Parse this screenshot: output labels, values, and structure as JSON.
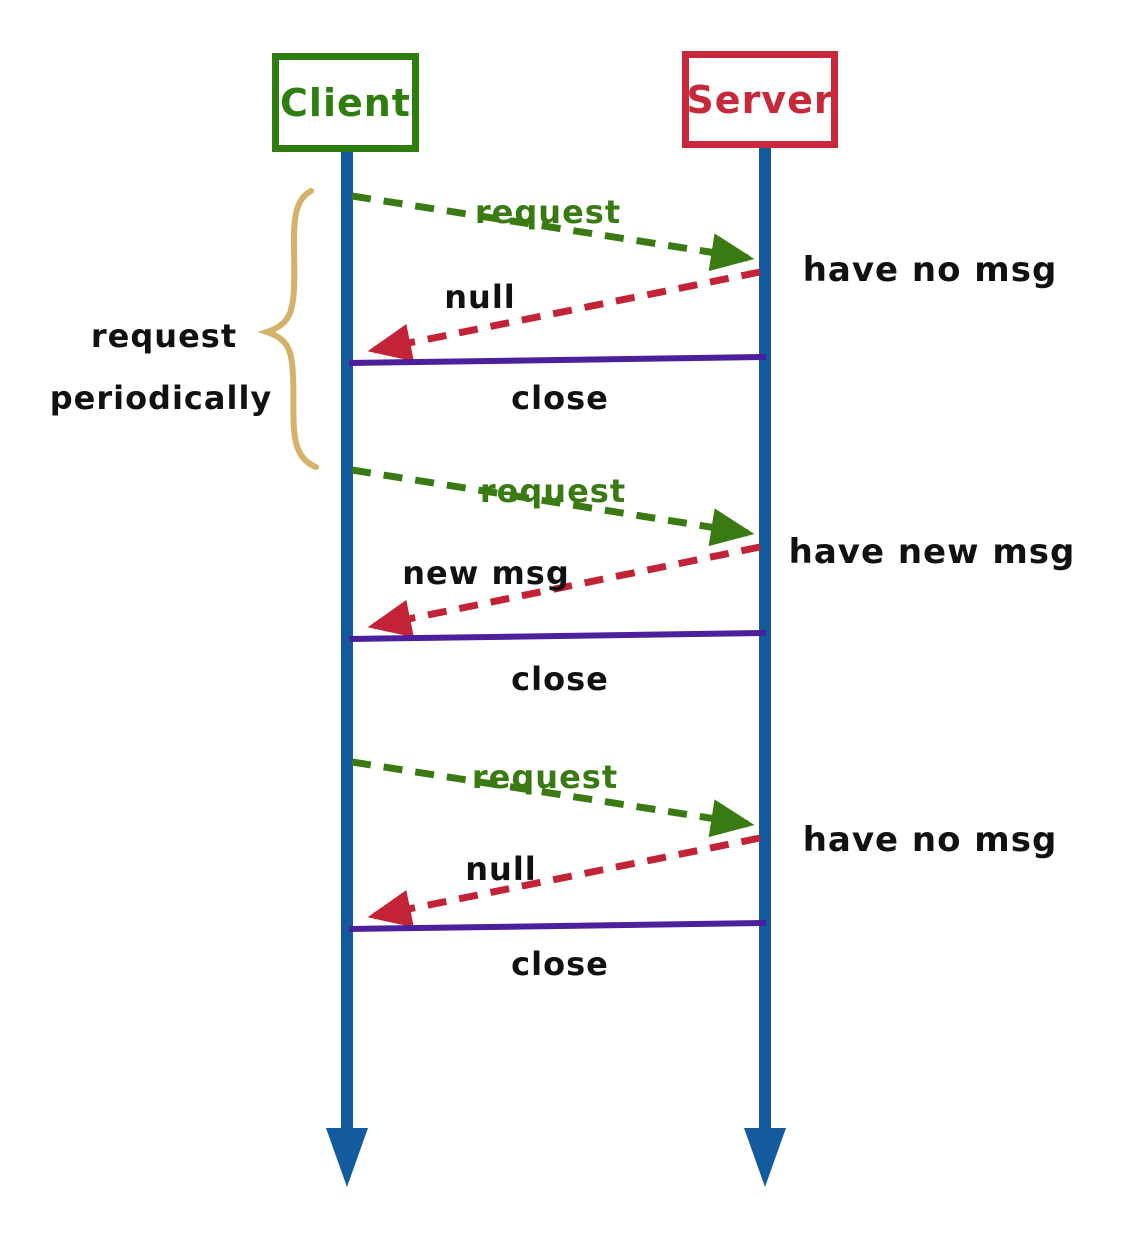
{
  "diagram": {
    "type": "sequence",
    "actors": [
      {
        "id": "client",
        "label": "Client"
      },
      {
        "id": "server",
        "label": "Server"
      }
    ],
    "left_annotation": {
      "line1": "request",
      "line2": "periodically"
    },
    "cycles": [
      {
        "request": "request",
        "response": "null",
        "close": "close",
        "server_note": "have no msg"
      },
      {
        "request": "request",
        "response": "new msg",
        "close": "close",
        "server_note": "have new msg"
      },
      {
        "request": "request",
        "response": "null",
        "close": "close",
        "server_note": "have no msg"
      }
    ],
    "colors": {
      "client": "#2e7d0e",
      "server": "#c5293a",
      "lifeline": "#135a9f",
      "request_arrow": "#3a7a12",
      "response_arrow": "#c22337",
      "close_line": "#4c1f9c",
      "brace": "#d4b269",
      "text": "#111111",
      "background": "#ffffff"
    }
  }
}
